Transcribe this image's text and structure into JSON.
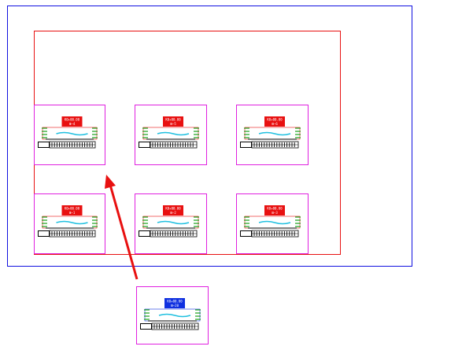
{
  "colors": {
    "outer_frame": "#1010e0",
    "inner_frame": "#e81010",
    "sheet_border": "#e020e0",
    "arrow": "#e81010",
    "tag_red": "#e81010",
    "tag_blue": "#1030e0",
    "water": "#20c0e0",
    "bank": "#18a018"
  },
  "sheets": [
    {
      "id": "sheet-1",
      "tag_line1": "K0+00.00",
      "tag_line2": "Ⅲ—4",
      "tag_color": "red"
    },
    {
      "id": "sheet-2",
      "tag_line1": "K0+00.00",
      "tag_line2": "Ⅲ—5",
      "tag_color": "red"
    },
    {
      "id": "sheet-3",
      "tag_line1": "K0+00.00",
      "tag_line2": "Ⅲ—6",
      "tag_color": "red"
    },
    {
      "id": "sheet-4",
      "tag_line1": "K0+00.00",
      "tag_line2": "Ⅲ—1",
      "tag_color": "red"
    },
    {
      "id": "sheet-5",
      "tag_line1": "K0+00.00",
      "tag_line2": "Ⅲ—2",
      "tag_color": "red"
    },
    {
      "id": "sheet-6",
      "tag_line1": "K0+00.00",
      "tag_line2": "Ⅲ—3",
      "tag_color": "red"
    },
    {
      "id": "sheet-7",
      "tag_line1": "K0+00.00",
      "tag_line2": "Ⅲ—20",
      "tag_color": "blue"
    }
  ]
}
